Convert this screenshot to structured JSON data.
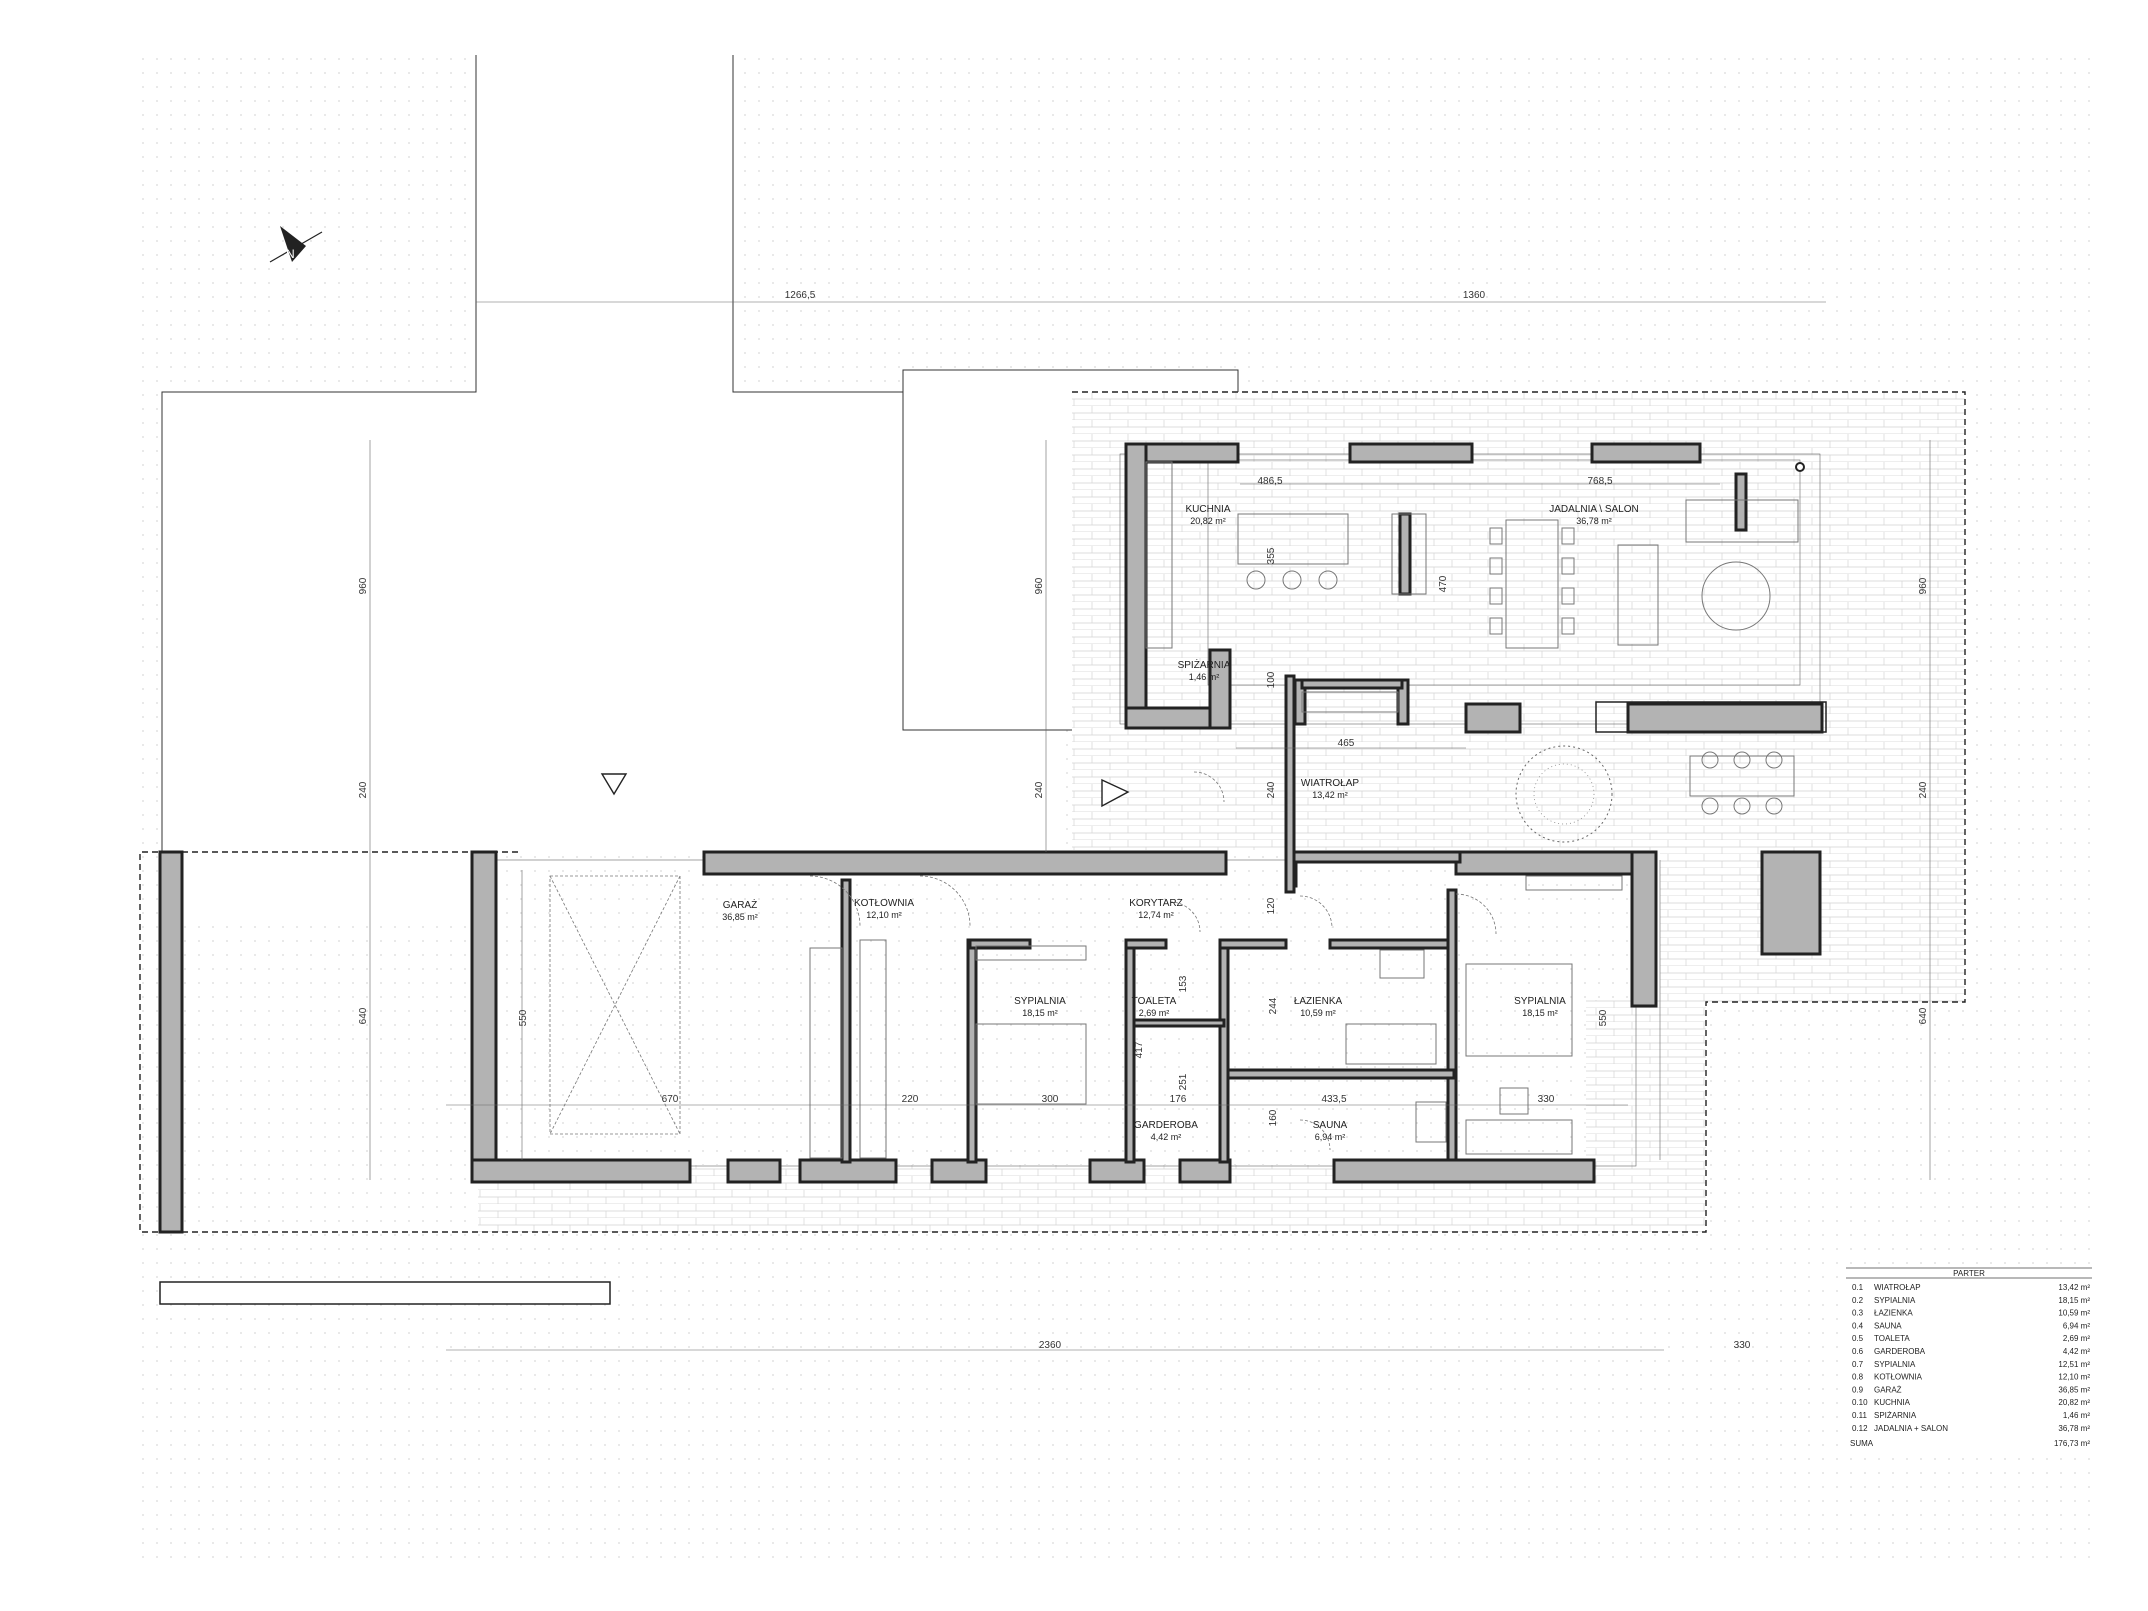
{
  "labels": {
    "kuchnia_name": "KUCHNIA",
    "kuchnia_area": "20,82 m²",
    "jadalnia_name": "JADALNIA \\ SALON",
    "jadalnia_area": "36,78 m²",
    "spizarnia_name": "SPIŻARNIA",
    "spizarnia_area": "1,46 m²",
    "wiatrolap_name": "WIATROŁAP",
    "wiatrolap_area": "13,42 m²",
    "garaz_name": "GARAŻ",
    "garaz_area": "36,85 m²",
    "kotlownia_name": "KOTŁOWNIA",
    "kotlownia_area": "12,10 m²",
    "korytarz_name": "KORYTARZ",
    "korytarz_area": "12,74 m²",
    "sypialnia1_name": "SYPIALNIA",
    "sypialnia1_area": "18,15 m²",
    "toaleta_name": "TOALETA",
    "toaleta_area": "2,69 m²",
    "lazienka_name": "ŁAZIENKA",
    "lazienka_area": "10,59 m²",
    "sypialnia2_name": "SYPIALNIA",
    "sypialnia2_area": "18,15 m²",
    "garderoba_name": "GARDEROBA",
    "garderoba_area": "4,42 m²",
    "sauna_name": "SAUNA",
    "sauna_area": "6,94 m²"
  },
  "dimensions": {
    "top_left": "1266,5",
    "top_right": "1360",
    "kitchen_width": "486,5",
    "living_width": "768,5",
    "left_960": "960",
    "left_240": "240",
    "left_640": "640",
    "mid_960": "960",
    "mid_240": "240",
    "right_960": "960",
    "right_240": "240",
    "right_640": "640",
    "d355": "355",
    "d470": "470",
    "d100": "100",
    "d465": "465",
    "d240b": "240",
    "d120": "120",
    "d153": "153",
    "d244": "244",
    "d251": "251",
    "d160": "160",
    "d417": "417",
    "d550a": "550",
    "d550b": "550",
    "b670": "670",
    "b220": "220",
    "b300": "300",
    "b176": "176",
    "b433": "433,5",
    "b330": "330",
    "bottom_total": "2360",
    "bottom_right": "330"
  },
  "table": {
    "title": "PARTER",
    "rows": [
      {
        "no": "0.1",
        "name": "WIATROŁAP",
        "area": "13,42 m²"
      },
      {
        "no": "0.2",
        "name": "SYPIALNIA",
        "area": "18,15 m²"
      },
      {
        "no": "0.3",
        "name": "ŁAZIENKA",
        "area": "10,59 m²"
      },
      {
        "no": "0.4",
        "name": "SAUNA",
        "area": "6,94 m²"
      },
      {
        "no": "0.5",
        "name": "TOALETA",
        "area": "2,69 m²"
      },
      {
        "no": "0.6",
        "name": "GARDEROBA",
        "area": "4,42 m²"
      },
      {
        "no": "0.7",
        "name": "SYPIALNIA",
        "area": "12,51 m²"
      },
      {
        "no": "0.8",
        "name": "KOTŁOWNIA",
        "area": "12,10 m²"
      },
      {
        "no": "0.9",
        "name": "GARAŻ",
        "area": "36,85 m²"
      },
      {
        "no": "0.10",
        "name": "KUCHNIA",
        "area": "20,82 m²"
      },
      {
        "no": "0.11",
        "name": "SPIŻARNIA",
        "area": "1,46 m²"
      },
      {
        "no": "0.12",
        "name": "JADALNIA + SALON",
        "area": "36,78 m²"
      }
    ],
    "sum_label": "SUMA",
    "sum_value": "176,73 m²"
  },
  "compass": {
    "north_letter": "N"
  },
  "colors": {
    "wall_fill": "#b3b3b3",
    "line": "#222222",
    "dots": "#d9d9d9"
  }
}
